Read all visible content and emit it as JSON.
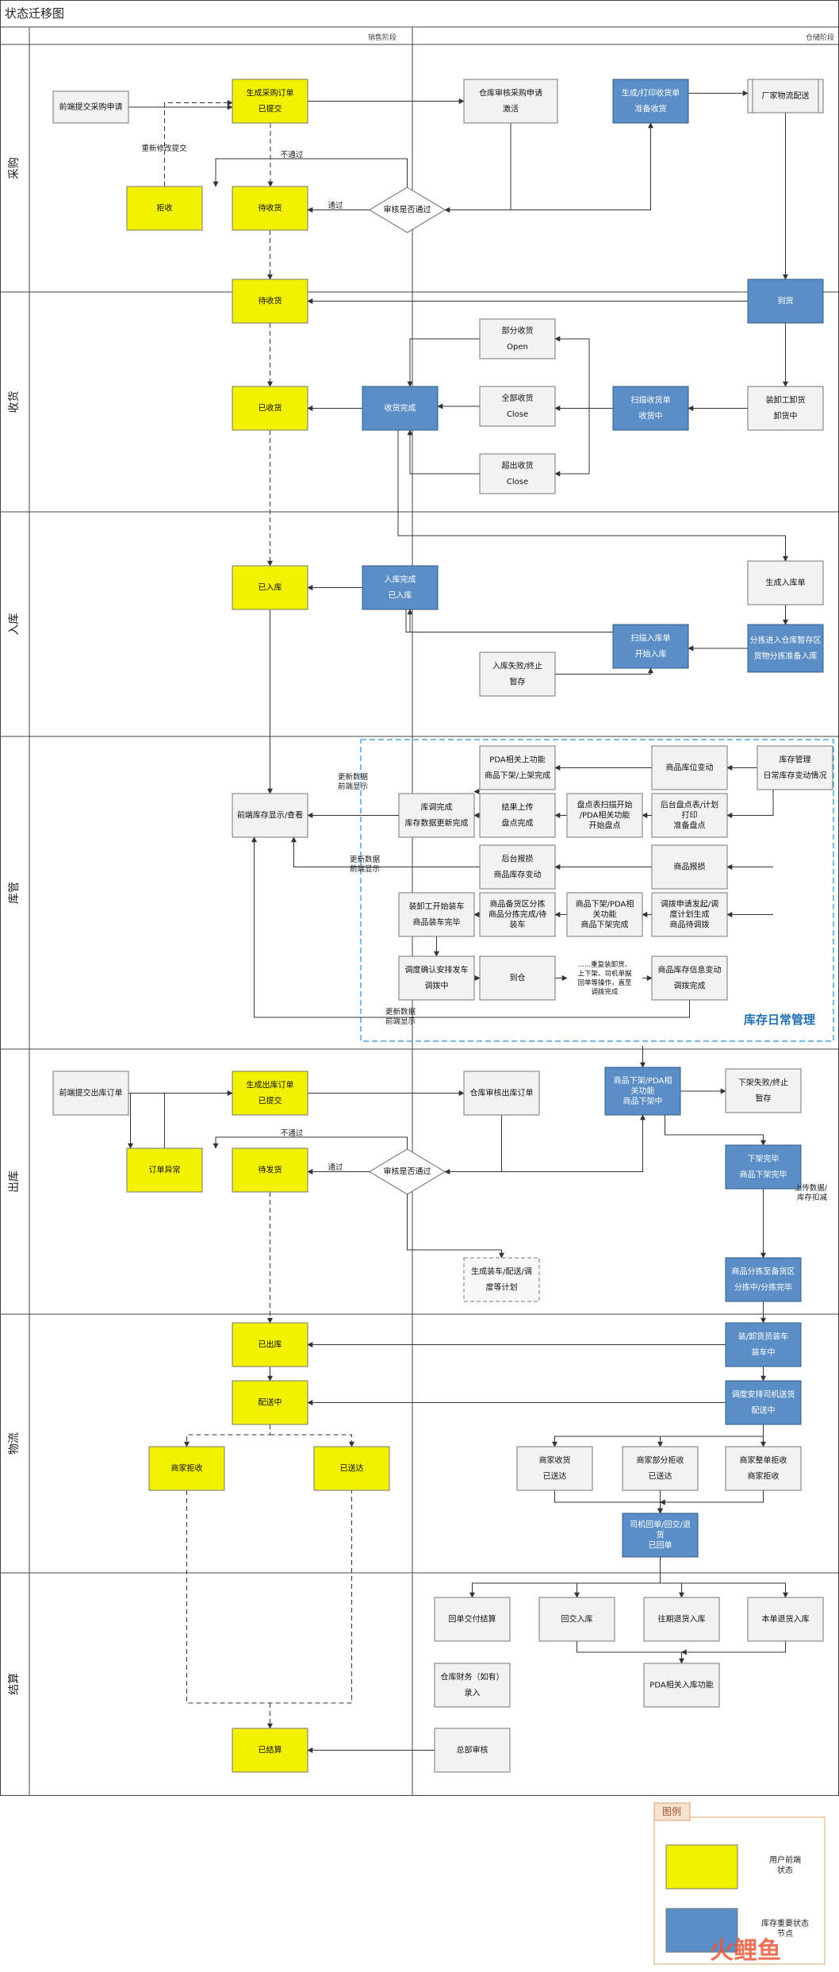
{
  "title": "状态迁移图",
  "stage_headers": {
    "left": "销售阶段",
    "right": "仓储阶段"
  },
  "lanes": [
    "采购",
    "收货",
    "入库",
    "库管",
    "出库",
    "物流",
    "结算"
  ],
  "colors": {
    "yellow": "#f2f200",
    "blue": "#5b8ec6",
    "gray": "#f2f2f2",
    "dash_blue": "#4aa3df"
  },
  "nodes": {
    "p_req": {
      "lines": [
        "前端提交采购申请"
      ]
    },
    "p_gen": {
      "lines": [
        "生成采购订单",
        "已提交"
      ]
    },
    "p_audit": {
      "lines": [
        "仓库审核采购申请",
        "激活"
      ]
    },
    "p_print": {
      "lines": [
        "生成/打印收货单",
        "准备收货"
      ]
    },
    "p_factory": {
      "lines": [
        "厂家物流配送"
      ]
    },
    "p_reject": {
      "lines": [
        "拒收"
      ]
    },
    "p_wait": {
      "lines": [
        "待收货"
      ]
    },
    "p_check": {
      "lines": [
        "审核是否通过"
      ]
    },
    "r_wait": {
      "lines": [
        "待收货"
      ]
    },
    "r_arrive": {
      "lines": [
        "到货"
      ]
    },
    "r_part": {
      "lines": [
        "部分收货",
        "Open"
      ]
    },
    "r_all": {
      "lines": [
        "全部收货",
        "Close"
      ]
    },
    "r_over": {
      "lines": [
        "超出收货",
        "Close"
      ]
    },
    "r_done": {
      "lines": [
        "已收货"
      ]
    },
    "r_complete": {
      "lines": [
        "收货完成"
      ]
    },
    "r_scan": {
      "lines": [
        "扫描收货单",
        "收货中"
      ]
    },
    "r_unload": {
      "lines": [
        "装卸工卸货",
        "卸货中"
      ]
    },
    "i_done": {
      "lines": [
        "已入库"
      ]
    },
    "i_complete": {
      "lines": [
        "入库完成",
        "已入库"
      ]
    },
    "i_gen": {
      "lines": [
        "生成入库单"
      ]
    },
    "i_fail": {
      "lines": [
        "入库失败/终止",
        "暂存"
      ]
    },
    "i_scan": {
      "lines": [
        "扫描入库单",
        "开始入库"
      ]
    },
    "i_sort": {
      "lines": [
        "分拣进入仓库暂存区",
        "货物分拣准备入库"
      ]
    },
    "k_show": {
      "lines": [
        "前端库存显示/查看"
      ]
    },
    "k_pda1": {
      "lines": [
        "PDA相关上功能",
        "商品下架/上架完成"
      ]
    },
    "k_shelf": {
      "lines": [
        "商品库位变动"
      ]
    },
    "k_mgmt": {
      "lines": [
        "库存管理",
        "日常库存变动情况"
      ]
    },
    "k_adjust": {
      "lines": [
        "库调完成",
        "库存数据更新完成"
      ]
    },
    "k_upload": {
      "lines": [
        "结果上传",
        "盘点完成"
      ]
    },
    "k_count_pda": {
      "lines": [
        "盘点表扫描开始",
        "/PDA相关功能",
        "开始盘点"
      ]
    },
    "k_count_print": {
      "lines": [
        "后台盘点表/计划",
        "打印",
        "准备盘点"
      ]
    },
    "k_loss_report": {
      "lines": [
        "后台报损",
        "商品库存变动"
      ]
    },
    "k_loss": {
      "lines": [
        "商品报损"
      ]
    },
    "k_load": {
      "lines": [
        "装卸工开始装车",
        "商品装车完毕"
      ]
    },
    "k_pick": {
      "lines": [
        "商品备货区分拣",
        "商品分拣完成/待",
        "装车"
      ]
    },
    "k_down": {
      "lines": [
        "商品下架/PDA相",
        "关功能",
        "商品下架完成"
      ]
    },
    "k_transfer": {
      "lines": [
        "调拨申请发起/调",
        "度计划生成",
        "商品待调拨"
      ]
    },
    "k_confirm": {
      "lines": [
        "调度确认安排发车",
        "调拨中"
      ]
    },
    "k_arrive": {
      "lines": [
        "到仓"
      ]
    },
    "k_rescan": {
      "lines": [
        "......重复装卸货、",
        "上下架、司机单据",
        "回单等操作，直至",
        "调拨完成"
      ]
    },
    "k_info": {
      "lines": [
        "商品库存信息变动",
        "调拨完成"
      ]
    },
    "o_req": {
      "lines": [
        "前端提交出库订单"
      ]
    },
    "o_gen": {
      "lines": [
        "生成出库订单",
        "已提交"
      ]
    },
    "o_audit": {
      "lines": [
        "仓库审核出库订单"
      ]
    },
    "o_pda": {
      "lines": [
        "商品下架/PDA相",
        "关功能",
        "商品下架中"
      ]
    },
    "o_fail": {
      "lines": [
        "下架失败/终止",
        "暂存"
      ]
    },
    "o_except": {
      "lines": [
        "订单异常"
      ]
    },
    "o_wait": {
      "lines": [
        "待发货"
      ]
    },
    "o_check": {
      "lines": [
        "审核是否通过"
      ]
    },
    "o_down_done": {
      "lines": [
        "下架完毕",
        "商品下架完毕"
      ]
    },
    "o_plan": {
      "lines": [
        "生成装车/配送/调",
        "度等计划"
      ]
    },
    "o_pick": {
      "lines": [
        "商品分拣至备货区",
        "分拣中/分拣完毕"
      ]
    },
    "l_out": {
      "lines": [
        "已出库"
      ]
    },
    "l_load": {
      "lines": [
        "装/卸货员装车",
        "装车中"
      ]
    },
    "l_deliver": {
      "lines": [
        "配送中"
      ]
    },
    "l_sched": {
      "lines": [
        "调度安排司机送货",
        "配送中"
      ]
    },
    "l_refuse": {
      "lines": [
        "商家拒收"
      ]
    },
    "l_delivered": {
      "lines": [
        "已送达"
      ]
    },
    "l_m_recv": {
      "lines": [
        "商家收货",
        "已送达"
      ]
    },
    "l_m_part": {
      "lines": [
        "商家部分拒收",
        "已送达"
      ]
    },
    "l_m_all": {
      "lines": [
        "商家整单拒收",
        "商家拒收"
      ]
    },
    "l_return": {
      "lines": [
        "司机回单/回交/退",
        "货",
        "已回单"
      ]
    },
    "s_receipt": {
      "lines": [
        "回单交付结算"
      ]
    },
    "s_back": {
      "lines": [
        "回交入库"
      ]
    },
    "s_return": {
      "lines": [
        "往期退货入库"
      ]
    },
    "s_this": {
      "lines": [
        "本单退货入库"
      ]
    },
    "s_finance": {
      "lines": [
        "仓库财务（如有）",
        "录入"
      ]
    },
    "s_pda": {
      "lines": [
        "PDA相关入库功能"
      ]
    },
    "s_done": {
      "lines": [
        "已结算"
      ]
    },
    "s_review": {
      "lines": [
        "总部审核"
      ]
    }
  },
  "edge_labels": {
    "resubmit": "重新修改提交",
    "reject_p": "不通过",
    "pass_p": "通过",
    "update1": "更新数据\n前端显示",
    "update2": "更新数据\n前端显示",
    "update3": "更新数据\n前端显示",
    "reject_o": "不通过",
    "pass_o": "通过",
    "upload_o": "上传数据/\n库存扣减"
  },
  "kuguan_title": "库存日常管理",
  "legend": {
    "title": "图例",
    "items": [
      {
        "label": "用户前端\n状态",
        "color": "yellow"
      },
      {
        "label": "库存重要状态\n节点",
        "color": "blue"
      }
    ]
  },
  "watermark": "火鲤鱼"
}
